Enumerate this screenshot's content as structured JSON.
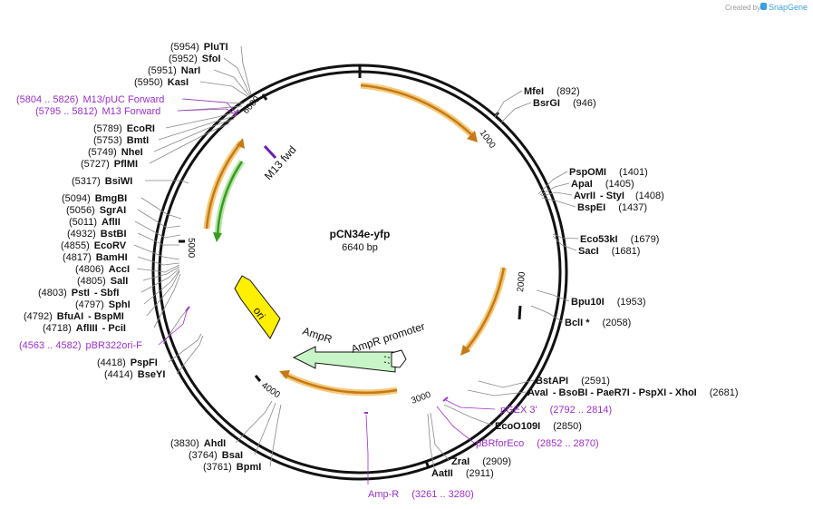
{
  "credit": {
    "created_by": "Created by",
    "brand": "SnapGene"
  },
  "plasmid": {
    "name": "pCN34e-yfp",
    "size": "6640 bp"
  },
  "ticks": [
    "1000",
    "2000",
    "3000",
    "4000",
    "5000",
    "6000"
  ],
  "features": {
    "m13_fwd": "M13 fwd",
    "ori": "ori",
    "ampr": "AmpR",
    "ampr_promoter": "AmpR promoter"
  },
  "sites": [
    {
      "name": "PluTI",
      "pos": "(5954)"
    },
    {
      "name": "SfoI",
      "pos": "(5952)"
    },
    {
      "name": "NarI",
      "pos": "(5951)"
    },
    {
      "name": "KasI",
      "pos": "(5950)"
    },
    {
      "name": "EcoRI",
      "pos": "(5789)"
    },
    {
      "name": "BmtI",
      "pos": "(5753)"
    },
    {
      "name": "NheI",
      "pos": "(5749)"
    },
    {
      "name": "PflMI",
      "pos": "(5727)"
    },
    {
      "name": "BsiWI",
      "pos": "(5317)"
    },
    {
      "name": "BmgBI",
      "pos": "(5094)"
    },
    {
      "name": "SgrAI",
      "pos": "(5056)"
    },
    {
      "name": "AflII",
      "pos": "(5011)"
    },
    {
      "name": "BstBI",
      "pos": "(4932)"
    },
    {
      "name": "EcoRV",
      "pos": "(4855)"
    },
    {
      "name": "BamHI",
      "pos": "(4817)"
    },
    {
      "name": "AccI",
      "pos": "(4806)"
    },
    {
      "name": "SalI",
      "pos": "(4805)"
    },
    {
      "name": "PstI",
      "pos": "(4803)",
      "extra": "- SbfI"
    },
    {
      "name": "SphI",
      "pos": "(4797)"
    },
    {
      "name": "BfuAI",
      "pos": "(4792)",
      "extra": "- BspMI"
    },
    {
      "name": "AflIII",
      "pos": "(4718)",
      "extra": "- PciI"
    },
    {
      "name": "PspFI",
      "pos": "(4418)"
    },
    {
      "name": "BseYI",
      "pos": "(4414)"
    },
    {
      "name": "AhdI",
      "pos": "(3830)"
    },
    {
      "name": "BsaI",
      "pos": "(3764)"
    },
    {
      "name": "BpmI",
      "pos": "(3761)"
    },
    {
      "name": "MfeI",
      "pos": "(892)"
    },
    {
      "name": "BsrGI",
      "pos": "(946)"
    },
    {
      "name": "PspOMI",
      "pos": "(1401)"
    },
    {
      "name": "ApaI",
      "pos": "(1405)"
    },
    {
      "name": "AvrII",
      "pos": "(1408)",
      "extra": "- StyI"
    },
    {
      "name": "BspEI",
      "pos": "(1437)"
    },
    {
      "name": "Eco53kI",
      "pos": "(1679)"
    },
    {
      "name": "SacI",
      "pos": "(1681)"
    },
    {
      "name": "Bpu10I",
      "pos": "(1953)"
    },
    {
      "name": "BclI *",
      "pos": "(2058)"
    },
    {
      "name": "BstAPI",
      "pos": "(2591)"
    },
    {
      "name": "AvaI",
      "pos": "(2681)",
      "extra": "- BsoBI - PaeR7I - PspXI - XhoI"
    },
    {
      "name": "EcoO109I",
      "pos": "(2850)"
    },
    {
      "name": "ZraI",
      "pos": "(2909)"
    },
    {
      "name": "AatII",
      "pos": "(2911)"
    }
  ],
  "primers": [
    {
      "name": "M13/pUC Forward",
      "range": "(5804 .. 5826)"
    },
    {
      "name": "M13 Forward",
      "range": "(5795 .. 5812)"
    },
    {
      "name": "pBR322ori-F",
      "range": "(4563 .. 4582)"
    },
    {
      "name": "pGEX 3'",
      "range": "(2792 .. 2814)"
    },
    {
      "name": "pBRforEco",
      "range": "(2852 .. 2870)"
    },
    {
      "name": "Amp-R",
      "range": "(3261 .. 3280)"
    }
  ],
  "colors": {
    "orange_arrow": "#c47a16",
    "orange_halo": "#f5c97a",
    "green_arrow": "#3a9b1e",
    "yellow_ori": "#ffef00",
    "ampr_fill": "#c8f5c8",
    "primer": "#9b30c9",
    "brand": "#3aa0e0"
  }
}
